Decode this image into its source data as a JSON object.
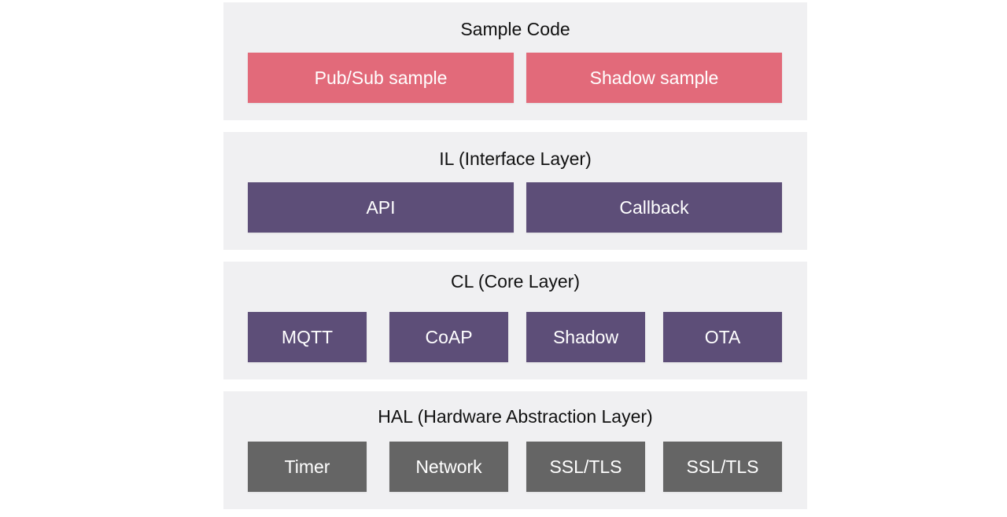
{
  "layers": [
    {
      "title": "Sample Code",
      "color": "#e26a7a",
      "items": [
        "Pub/Sub sample",
        "Shadow sample"
      ]
    },
    {
      "title": "IL (Interface Layer)",
      "color": "#5d4e78",
      "items": [
        "API",
        "Callback"
      ]
    },
    {
      "title": "CL (Core Layer)",
      "color": "#5d4e78",
      "items": [
        "MQTT",
        "CoAP",
        "Shadow",
        "OTA"
      ]
    },
    {
      "title": "HAL (Hardware Abstraction Layer)",
      "color": "#656565",
      "items": [
        "Timer",
        "Network",
        "SSL/TLS",
        "SSL/TLS"
      ]
    }
  ]
}
